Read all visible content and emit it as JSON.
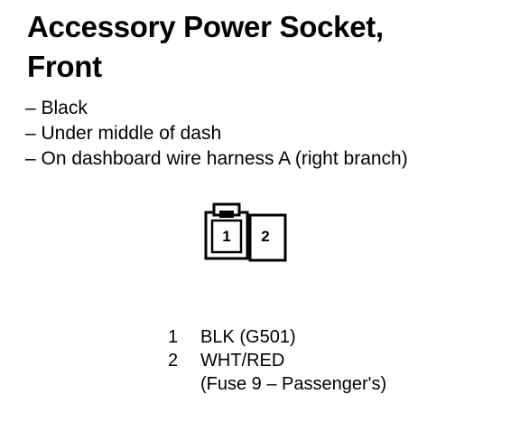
{
  "title": {
    "line1": "Accessory Power Socket,",
    "line2": "Front"
  },
  "notes": [
    "– Black",
    "– Under middle of dash",
    "– On dashboard wire harness A (right branch)"
  ],
  "connector": {
    "cavities": [
      "1",
      "2"
    ]
  },
  "pins": [
    {
      "number": "1",
      "lines": [
        "BLK (G501)"
      ]
    },
    {
      "number": "2",
      "lines": [
        "WHT/RED",
        "(Fuse 9 – Passenger's)"
      ]
    }
  ]
}
